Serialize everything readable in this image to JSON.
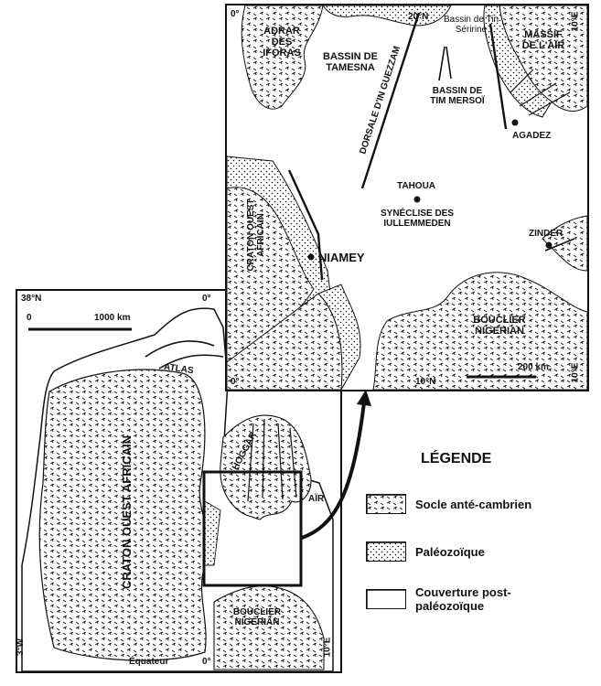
{
  "inset": {
    "lat_top": "0°",
    "lat_bottom": "0°",
    "lon_20n": "20°N",
    "lon_10n": "10°N",
    "lon_10e_top": "10°E",
    "lon_10e_bottom": "10°E",
    "scale_label": "200 km",
    "labels": {
      "adrar": "ADRAR DES IFORAS",
      "tamesna": "BASSIN DE TAMESNA",
      "dorsale": "DORSALE D'IN GUEZZAM",
      "tin_seririne": "Bassin de Tin Séririne",
      "tim_mersoi": "BASSIN DE TIM MERSOÏ",
      "air": "MASSIF DE L'AÏR",
      "agadez": "AGADEZ",
      "tahoua": "TAHOUA",
      "syneclise": "SYNÉCLISE DES IULLEMMEDEN",
      "zinder": "ZINDER",
      "niamey": "NIAMEY",
      "craton": "CRATON OUEST AFRICAIN",
      "bouclier": "BOUCLIER NIGERIAN"
    }
  },
  "overview": {
    "lat_38n": "38°N",
    "lon_0_top": "0°",
    "lon_3w": "3°W",
    "lon_0_bottom": "0°",
    "lon_10e": "10°E",
    "equator": "Équateur",
    "scale_start": "0",
    "scale_label": "1000 km",
    "labels": {
      "atlas": "ATLAS",
      "hoggar": "HOGGAR",
      "air": "AÏR",
      "craton": "CRATON OUEST AFRICAIN",
      "bouclier": "BOUCLIER NIGÉRIAN"
    }
  },
  "legend": {
    "title": "LÉGENDE",
    "items": [
      {
        "label": "Socle anté-cambrien",
        "pattern": "socle"
      },
      {
        "label": "Paléozoïque",
        "pattern": "paleo"
      },
      {
        "label": "Couverture post-paléozoïque",
        "pattern": "post"
      }
    ]
  }
}
